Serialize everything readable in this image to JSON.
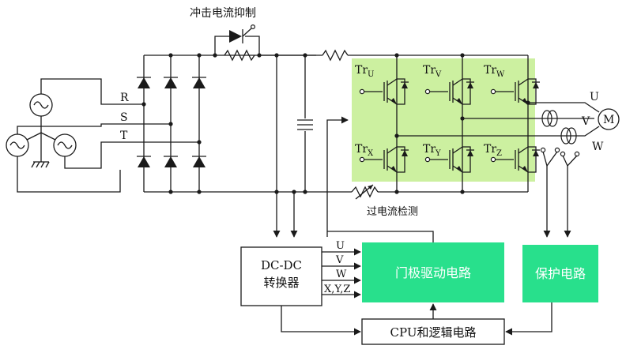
{
  "title": "冲击电流抑制",
  "phases": {
    "r": "R",
    "s": "S",
    "t": "T"
  },
  "transistors": [
    {
      "base": "Tr",
      "sub": "U"
    },
    {
      "base": "Tr",
      "sub": "V"
    },
    {
      "base": "Tr",
      "sub": "W"
    },
    {
      "base": "Tr",
      "sub": "X"
    },
    {
      "base": "Tr",
      "sub": "Y"
    },
    {
      "base": "Tr",
      "sub": "Z"
    }
  ],
  "motor": {
    "label": "M",
    "u": "U",
    "v": "V",
    "w": "W"
  },
  "overcurrent_label": "过电流检测",
  "dcdc": {
    "line1": "DC-DC",
    "line2": "转换器"
  },
  "signals": {
    "u": "U",
    "v": "V",
    "w": "W",
    "xyz": "X,Y,Z"
  },
  "gate_drive": "门极驱动电路",
  "protection": "保护电路",
  "cpu": "CPU和逻辑电路",
  "colors": {
    "green_region": "#ccf0a0",
    "green_box": "#28e08c",
    "line": "#1a1a1a"
  }
}
